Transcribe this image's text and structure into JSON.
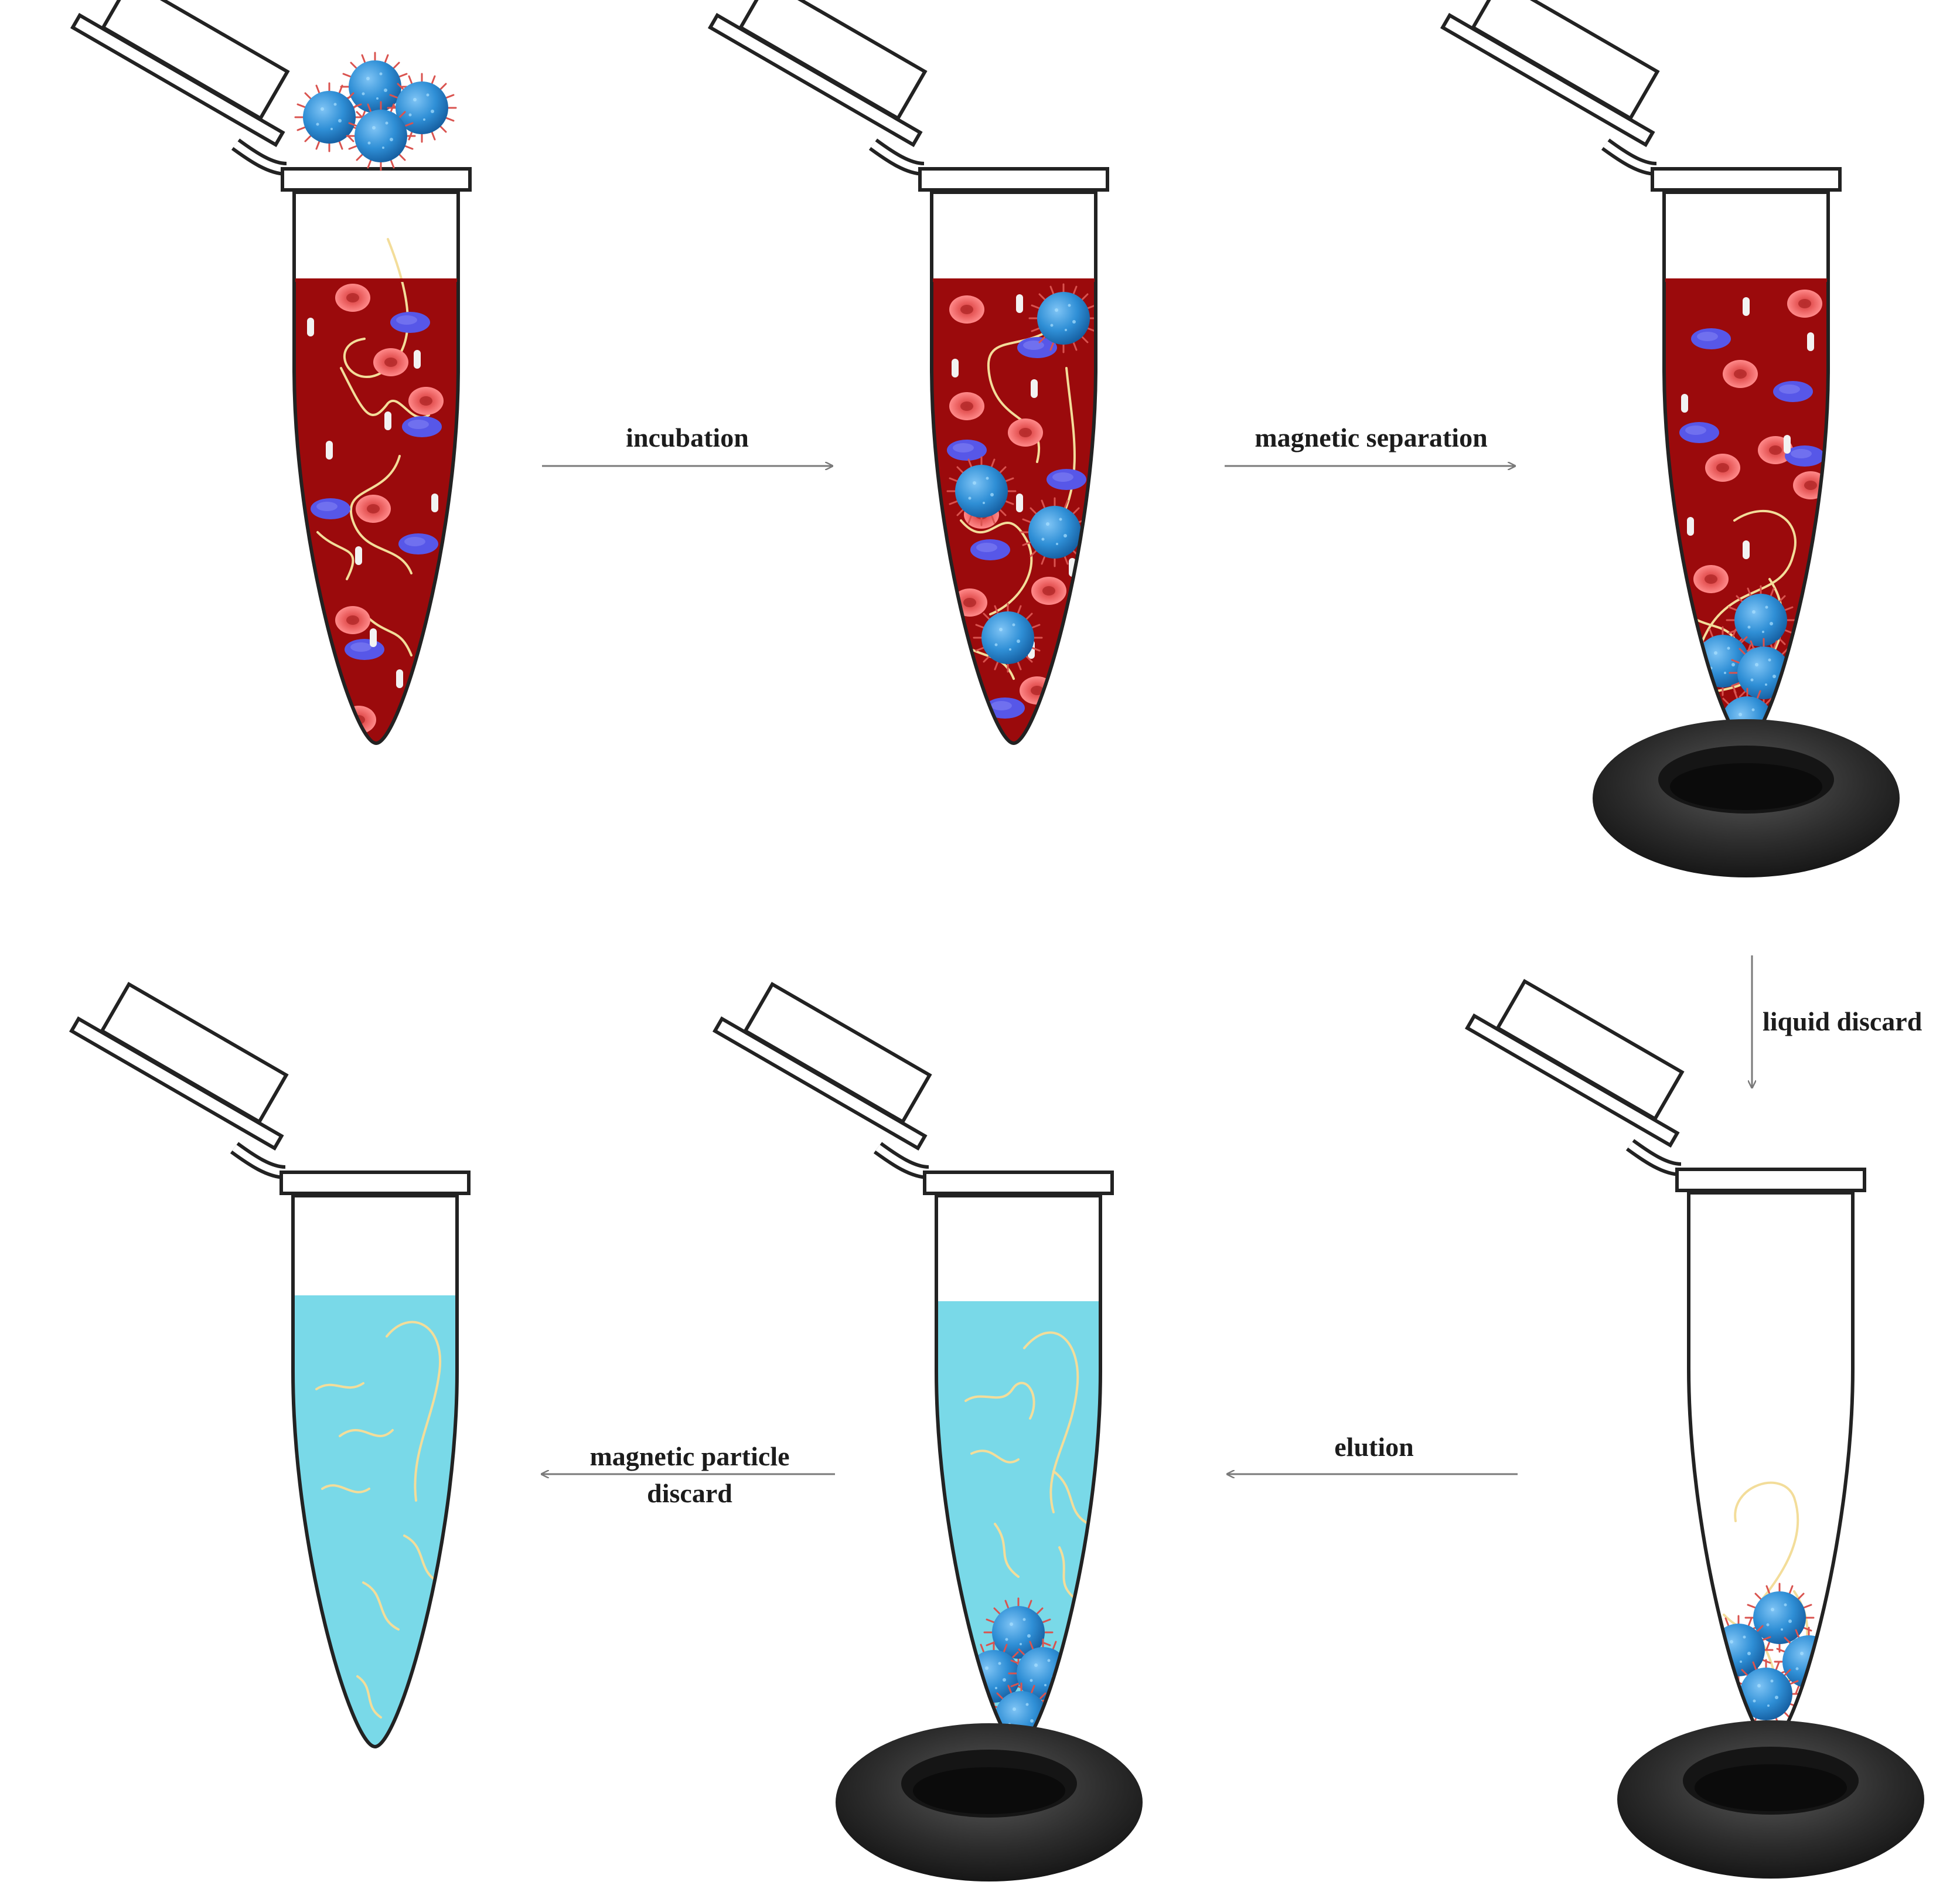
{
  "steps": {
    "incubation": "incubation",
    "magnetic_separation": "magnetic separation",
    "liquid_discard": "liquid discard",
    "elution": "elution",
    "particle_discard_line1": "magnetic particle",
    "particle_discard_line2": "discard"
  },
  "colors": {
    "blood": "#9b0a0c",
    "buffer": "#79d9e8",
    "bead": "#2f8fd6",
    "magnet": "#2a2a2a",
    "rbc": "#f06a6a",
    "wbc": "#5a5ae6",
    "dna": "#f3dd9a",
    "arrow": "#7a7a7a"
  },
  "icons": [
    "tube-icon",
    "magnetic-bead-icon",
    "ring-magnet-icon",
    "red-blood-cell-icon",
    "white-blood-cell-icon",
    "platelet-icon",
    "dna-strand-icon"
  ]
}
